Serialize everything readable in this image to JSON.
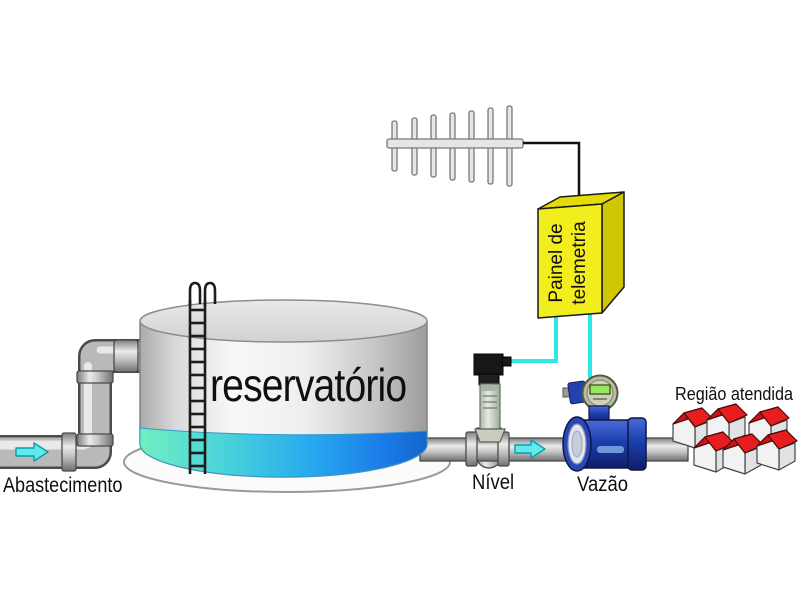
{
  "diagram": {
    "title": "Water supply telemetry diagram",
    "labels": {
      "reservoir": "reservatório",
      "supply": "Abastecimento",
      "level": "Nível",
      "flow": "Vazão",
      "region": "Região atendida"
    },
    "panel": {
      "line1": "Painel de",
      "line2": "telemetria"
    },
    "components": [
      {
        "id": "antenna",
        "type": "yagi-antenna",
        "elements": 7
      },
      {
        "id": "telemetry-panel",
        "label": "Painel de telemetria"
      },
      {
        "id": "reservoir-tank",
        "label": "reservatório"
      },
      {
        "id": "supply-pipe",
        "label": "Abastecimento"
      },
      {
        "id": "level-sensor",
        "label": "Nível"
      },
      {
        "id": "flow-meter",
        "label": "Vazão"
      },
      {
        "id": "served-region-houses",
        "label": "Região atendida",
        "houses": 6
      }
    ],
    "colors": {
      "panel_yellow": "#f2ed1d",
      "panel_top": "#e3dc0a",
      "panel_side": "#cfc606",
      "cable_cyan": "#2ee8e8",
      "cable_black": "#111111",
      "arrow_cyan": "#62e9e9",
      "water_left": "#72eec2",
      "water_mid": "#28a8ee",
      "water_right": "#1563cc",
      "meter_blue": "#1d3fae",
      "roof_red": "#e81e1e",
      "pipe_gray": "#c2c2c2",
      "lcd_green": "#9ae65e"
    }
  }
}
